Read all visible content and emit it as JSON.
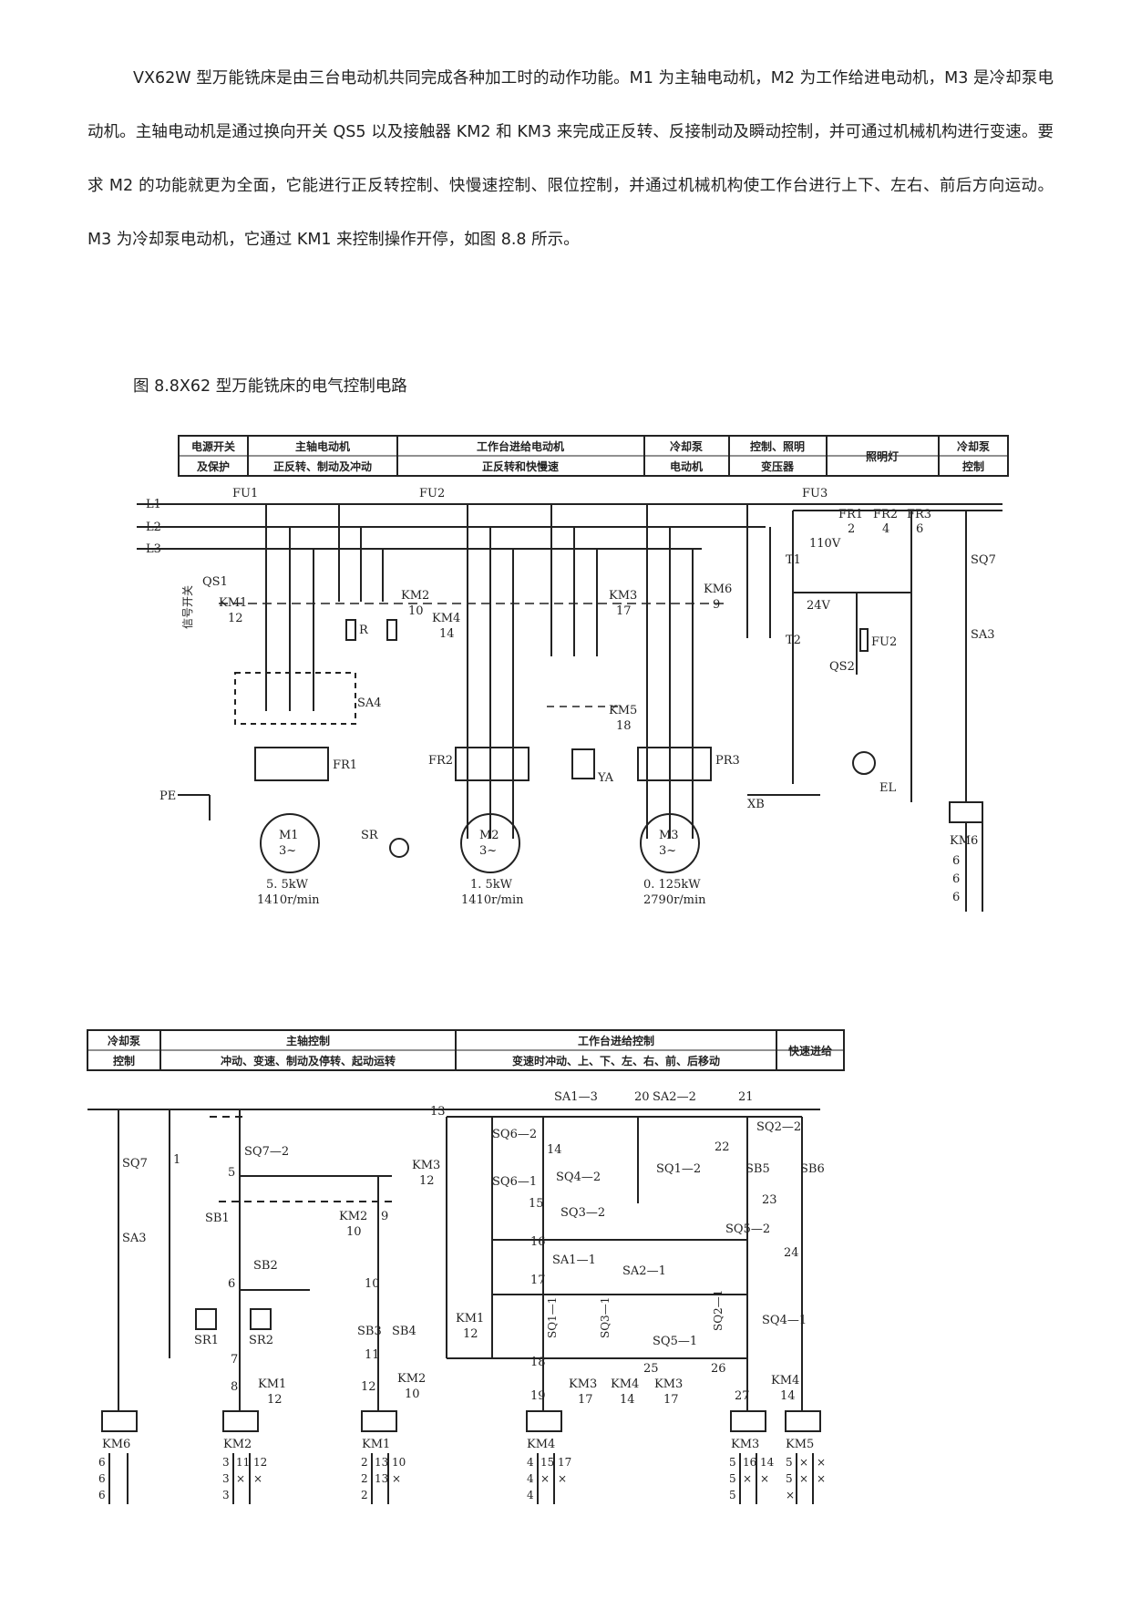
{
  "paragraph": "VX62W 型万能铣床是由三台电动机共同完成各种加工时的动作功能。M1 为主轴电动机，M2 为工作给进电动机，M3 是冷却泵电动机。主轴电动机是通过换向开关 QS5 以及接触器 KM2 和 KM3 来完成正反转、反接制动及瞬动控制，并可通过机械机构进行变速。要求 M2 的功能就更为全面，它能进行正反转控制、快慢速控制、限位控制，并通过机械机构使工作台进行上下、左右、前后方向运动。M3 为冷却泵电动机，它通过 KM1 来控制操作开停，如图 8.8 所示。",
  "caption": "图 8.8X62 型万能铣床的电气控制电路",
  "diagram1": {
    "header": [
      [
        "电源开关",
        "及保护"
      ],
      [
        "主轴电动机",
        "正反转、制动及冲动"
      ],
      [
        "工作台进给电动机",
        "正反转和快慢速"
      ],
      [
        "冷却泵",
        "电动机"
      ],
      [
        "控制、照明",
        "变压器"
      ],
      [
        "照明灯"
      ],
      [
        "冷却泵",
        "控制"
      ]
    ],
    "labels": {
      "l1": "L1",
      "l2": "L2",
      "l3": "L3",
      "qs1": "QS1",
      "fu1": "FU1",
      "fu2": "FU2",
      "fu3": "FU3",
      "km1": "KM1",
      "km1n": "12",
      "km2": "KM2",
      "km2n": "10",
      "km4": "KM4",
      "km4n": "14",
      "km3": "KM3",
      "km3n": "17",
      "km6": "KM6",
      "km6n": "9",
      "km5": "KM5",
      "km5n": "18",
      "r": "R",
      "sa4": "SA4",
      "fr1": "FR1",
      "fr2": "FR2",
      "pr3": "PR3",
      "ya": "YA",
      "pe": "PE",
      "m1": "M1",
      "m2": "M2",
      "m3": "M3",
      "ph": "3~",
      "sr": "SR",
      "xb": "XB",
      "m1p": "5. 5kW",
      "m1s": "1410r/min",
      "m2p": "1. 5kW",
      "m2s": "1410r/min",
      "m3p": "0. 125kW",
      "m3s": "2790r/min",
      "t1": "T1",
      "t2": "T2",
      "v110": "110V",
      "v24": "24V",
      "fu2b": "FU2",
      "qs2": "QS2",
      "el": "EL",
      "fr1b": "FR1",
      "fr2b": "FR2",
      "fr3b": "FR3",
      "n2": "2",
      "n4": "4",
      "n6": "6",
      "sq7": "SQ7",
      "sa3": "SA3",
      "km6coil": "KM6",
      "side": "信号开关",
      "d1": "6",
      "d2": "6",
      "d3": "6"
    }
  },
  "diagram2": {
    "header": [
      [
        "冷却泵",
        "控制"
      ],
      [
        "主轴控制",
        "冲动、变速、制动及停转、起动运转"
      ],
      [
        "工作台进给控制",
        "变速时冲动、上、下、左、右、前、后移动"
      ],
      [
        "快速进给"
      ]
    ],
    "labels": {
      "sq7": "SQ7",
      "sa3": "SA3",
      "n1": "1",
      "sq72": "SQ7—2",
      "n5": "5",
      "sb1": "SB1",
      "sb2": "SB2",
      "km2c": "KM2",
      "km2cn": "10",
      "n9": "9",
      "n6": "6",
      "n10": "10",
      "sr1": "SR1",
      "sr2": "SR2",
      "sb3": "SB3",
      "sb4": "SB4",
      "km1c": "KM1",
      "km1cn": "12",
      "n7": "7",
      "n8": "8",
      "n11": "11",
      "n12": "12",
      "km3c": "KM3",
      "km3cn": "12",
      "n13": "13",
      "sa13": "SA1—3",
      "n20": "20",
      "sa22": "SA2—2",
      "n21": "21",
      "sq62": "SQ6—2",
      "n14": "14",
      "sq61": "SQ6—1",
      "sq42": "SQ4—2",
      "sq12": "SQ1—2",
      "n22": "22",
      "sq22": "SQ2—2",
      "sb5": "SB5",
      "sb6": "SB6",
      "n15": "15",
      "sq32": "SQ3—2",
      "n23": "23",
      "sq52": "SQ5—2",
      "n24": "24",
      "n16": "16",
      "sa11": "SA1—1",
      "sa21": "SA2—1",
      "n17": "17",
      "sq11": "SQ1—1",
      "sq31": "SQ3—1",
      "sq51": "SQ5—1",
      "sq21": "SQ2—1",
      "sq41": "SQ4—1",
      "n18": "18",
      "n25": "25",
      "n26": "26",
      "n19": "19",
      "n27": "27",
      "km3a": "KM3",
      "km3an": "17",
      "km4a": "KM4",
      "km4an": "14",
      "km3b": "KM3",
      "km3bn": "17",
      "km4b": "KM4",
      "km4bn": "14",
      "coil_km6": "KM6",
      "coil_km2": "KM2",
      "coil_km1": "KM1",
      "coil_km4": "KM4",
      "coil_km3": "KM3",
      "coil_km5": "KM5"
    },
    "tables": {
      "km6": [
        [
          "6"
        ],
        [
          "6"
        ],
        [
          "6"
        ]
      ],
      "km2": [
        [
          "3",
          "11",
          "12"
        ],
        [
          "3",
          "×",
          "×"
        ],
        [
          "3"
        ]
      ],
      "km1": [
        [
          "2",
          "13",
          "10"
        ],
        [
          "2",
          "13",
          "×"
        ],
        [
          "2"
        ]
      ],
      "km4": [
        [
          "4",
          "15",
          "17"
        ],
        [
          "4",
          "×",
          "×"
        ],
        [
          "4"
        ]
      ],
      "km3": [
        [
          "5",
          "16",
          "14"
        ],
        [
          "5",
          "×",
          "×"
        ],
        [
          "5"
        ]
      ],
      "km5": [
        [
          "5",
          "×",
          "×"
        ],
        [
          "5",
          "×",
          "×"
        ],
        [
          "×"
        ]
      ]
    }
  }
}
